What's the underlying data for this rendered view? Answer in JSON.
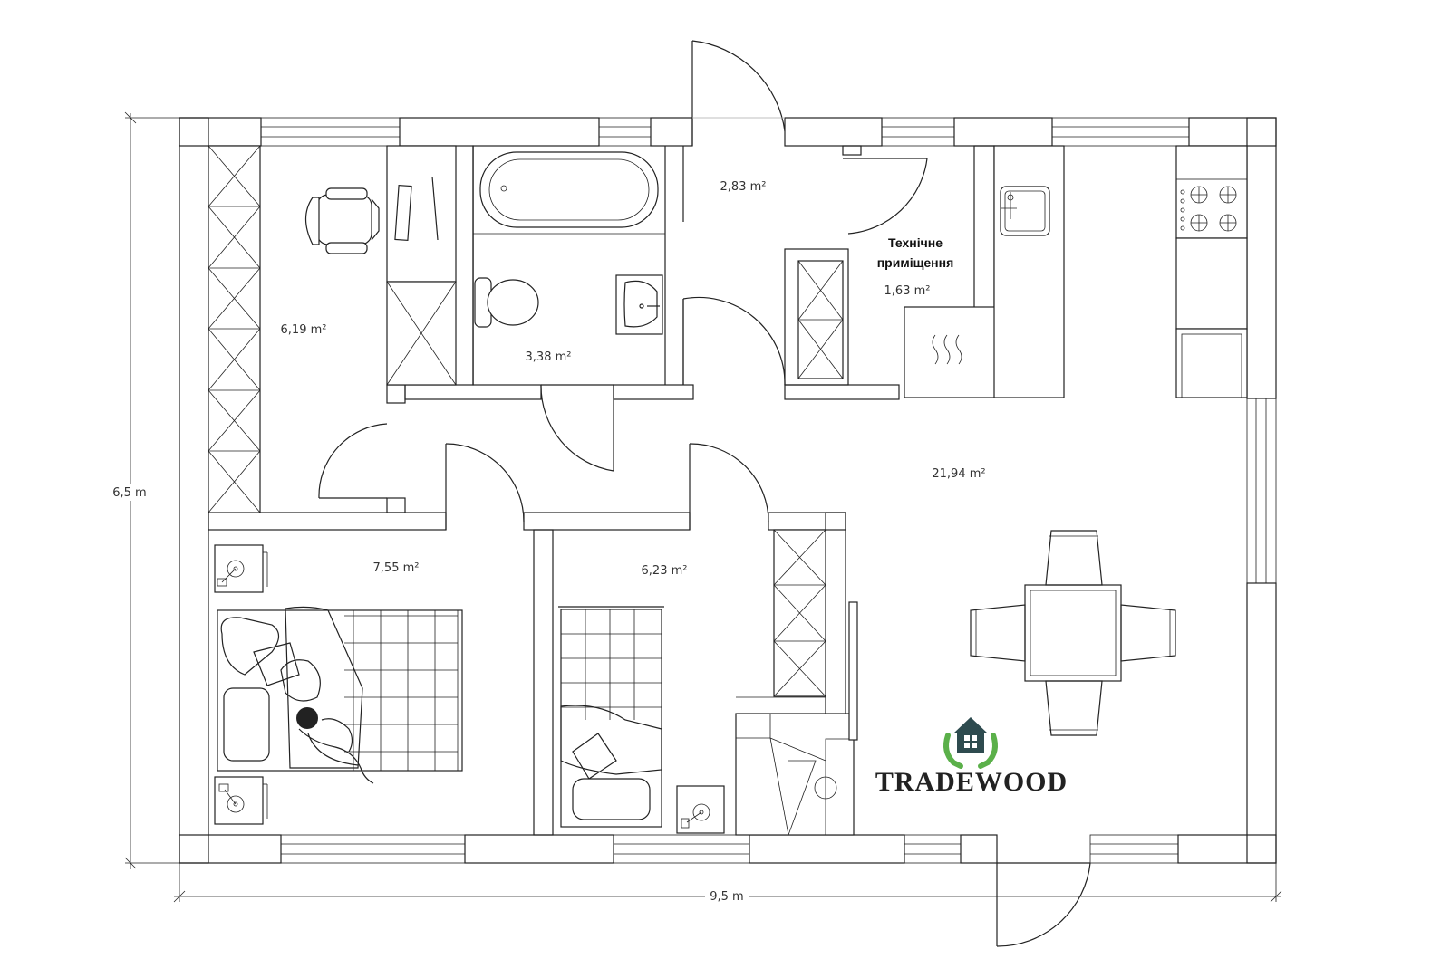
{
  "plan": {
    "rooms": {
      "study_area": "6,19 m²",
      "bathroom_area": "3,38 m²",
      "entrance_area": "2,83 m²",
      "technical_name_line1": "Технічне",
      "technical_name_line2": "приміщення",
      "technical_area": "1,63 m²",
      "living_area": "21,94 m²",
      "bedroom_area": "7,55 m²",
      "kids_room_area": "6,23 m²"
    },
    "dimensions": {
      "height": "6,5 m",
      "width": "9,5 m"
    },
    "logo": {
      "text": "TRADEWOOD",
      "colors": {
        "house": "#2e4b4f",
        "hands": "#5bb04a"
      }
    },
    "colors": {
      "line": "#222222",
      "background": "#ffffff"
    }
  }
}
